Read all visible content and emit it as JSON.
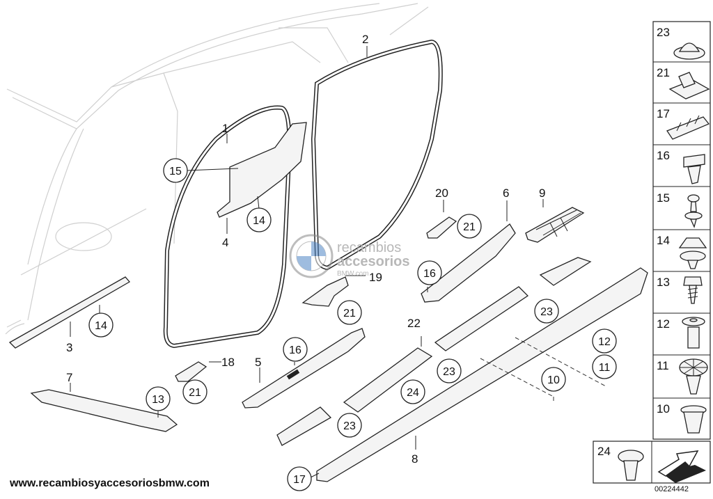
{
  "diagram": {
    "callouts": [
      "1",
      "2",
      "3",
      "4",
      "5",
      "6",
      "7",
      "8",
      "9",
      "10",
      "11",
      "12",
      "13",
      "14",
      "15",
      "16",
      "17",
      "18",
      "19",
      "20",
      "21",
      "22",
      "23",
      "24"
    ],
    "legend": [
      "23",
      "21",
      "17",
      "16",
      "15",
      "14",
      "13",
      "12",
      "11",
      "10",
      "24"
    ]
  },
  "watermark": {
    "line1": "recambios",
    "line2": "accesorios",
    "line3": "BMW.com"
  },
  "footer": {
    "website": "www.recambiosyaccesoriosbmw.com",
    "diagram_id": "00224442"
  }
}
